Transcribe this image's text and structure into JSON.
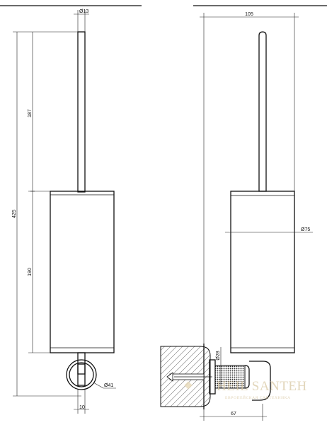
{
  "dimensions": {
    "total_height": "425",
    "brush_length": "187",
    "container_height": "190",
    "handle_diameter": "Ø13",
    "depth": "105",
    "container_diameter": "Ø75",
    "bracket_diameter": "Ø28",
    "rosette_diameter": "Ø41",
    "bracket_width": "10",
    "wall_offset": "67"
  },
  "watermark": {
    "brand": "HEIL SANTEH",
    "tagline": "ЕВРОПЕЙСКАЯ САНТЕХНИКА"
  }
}
